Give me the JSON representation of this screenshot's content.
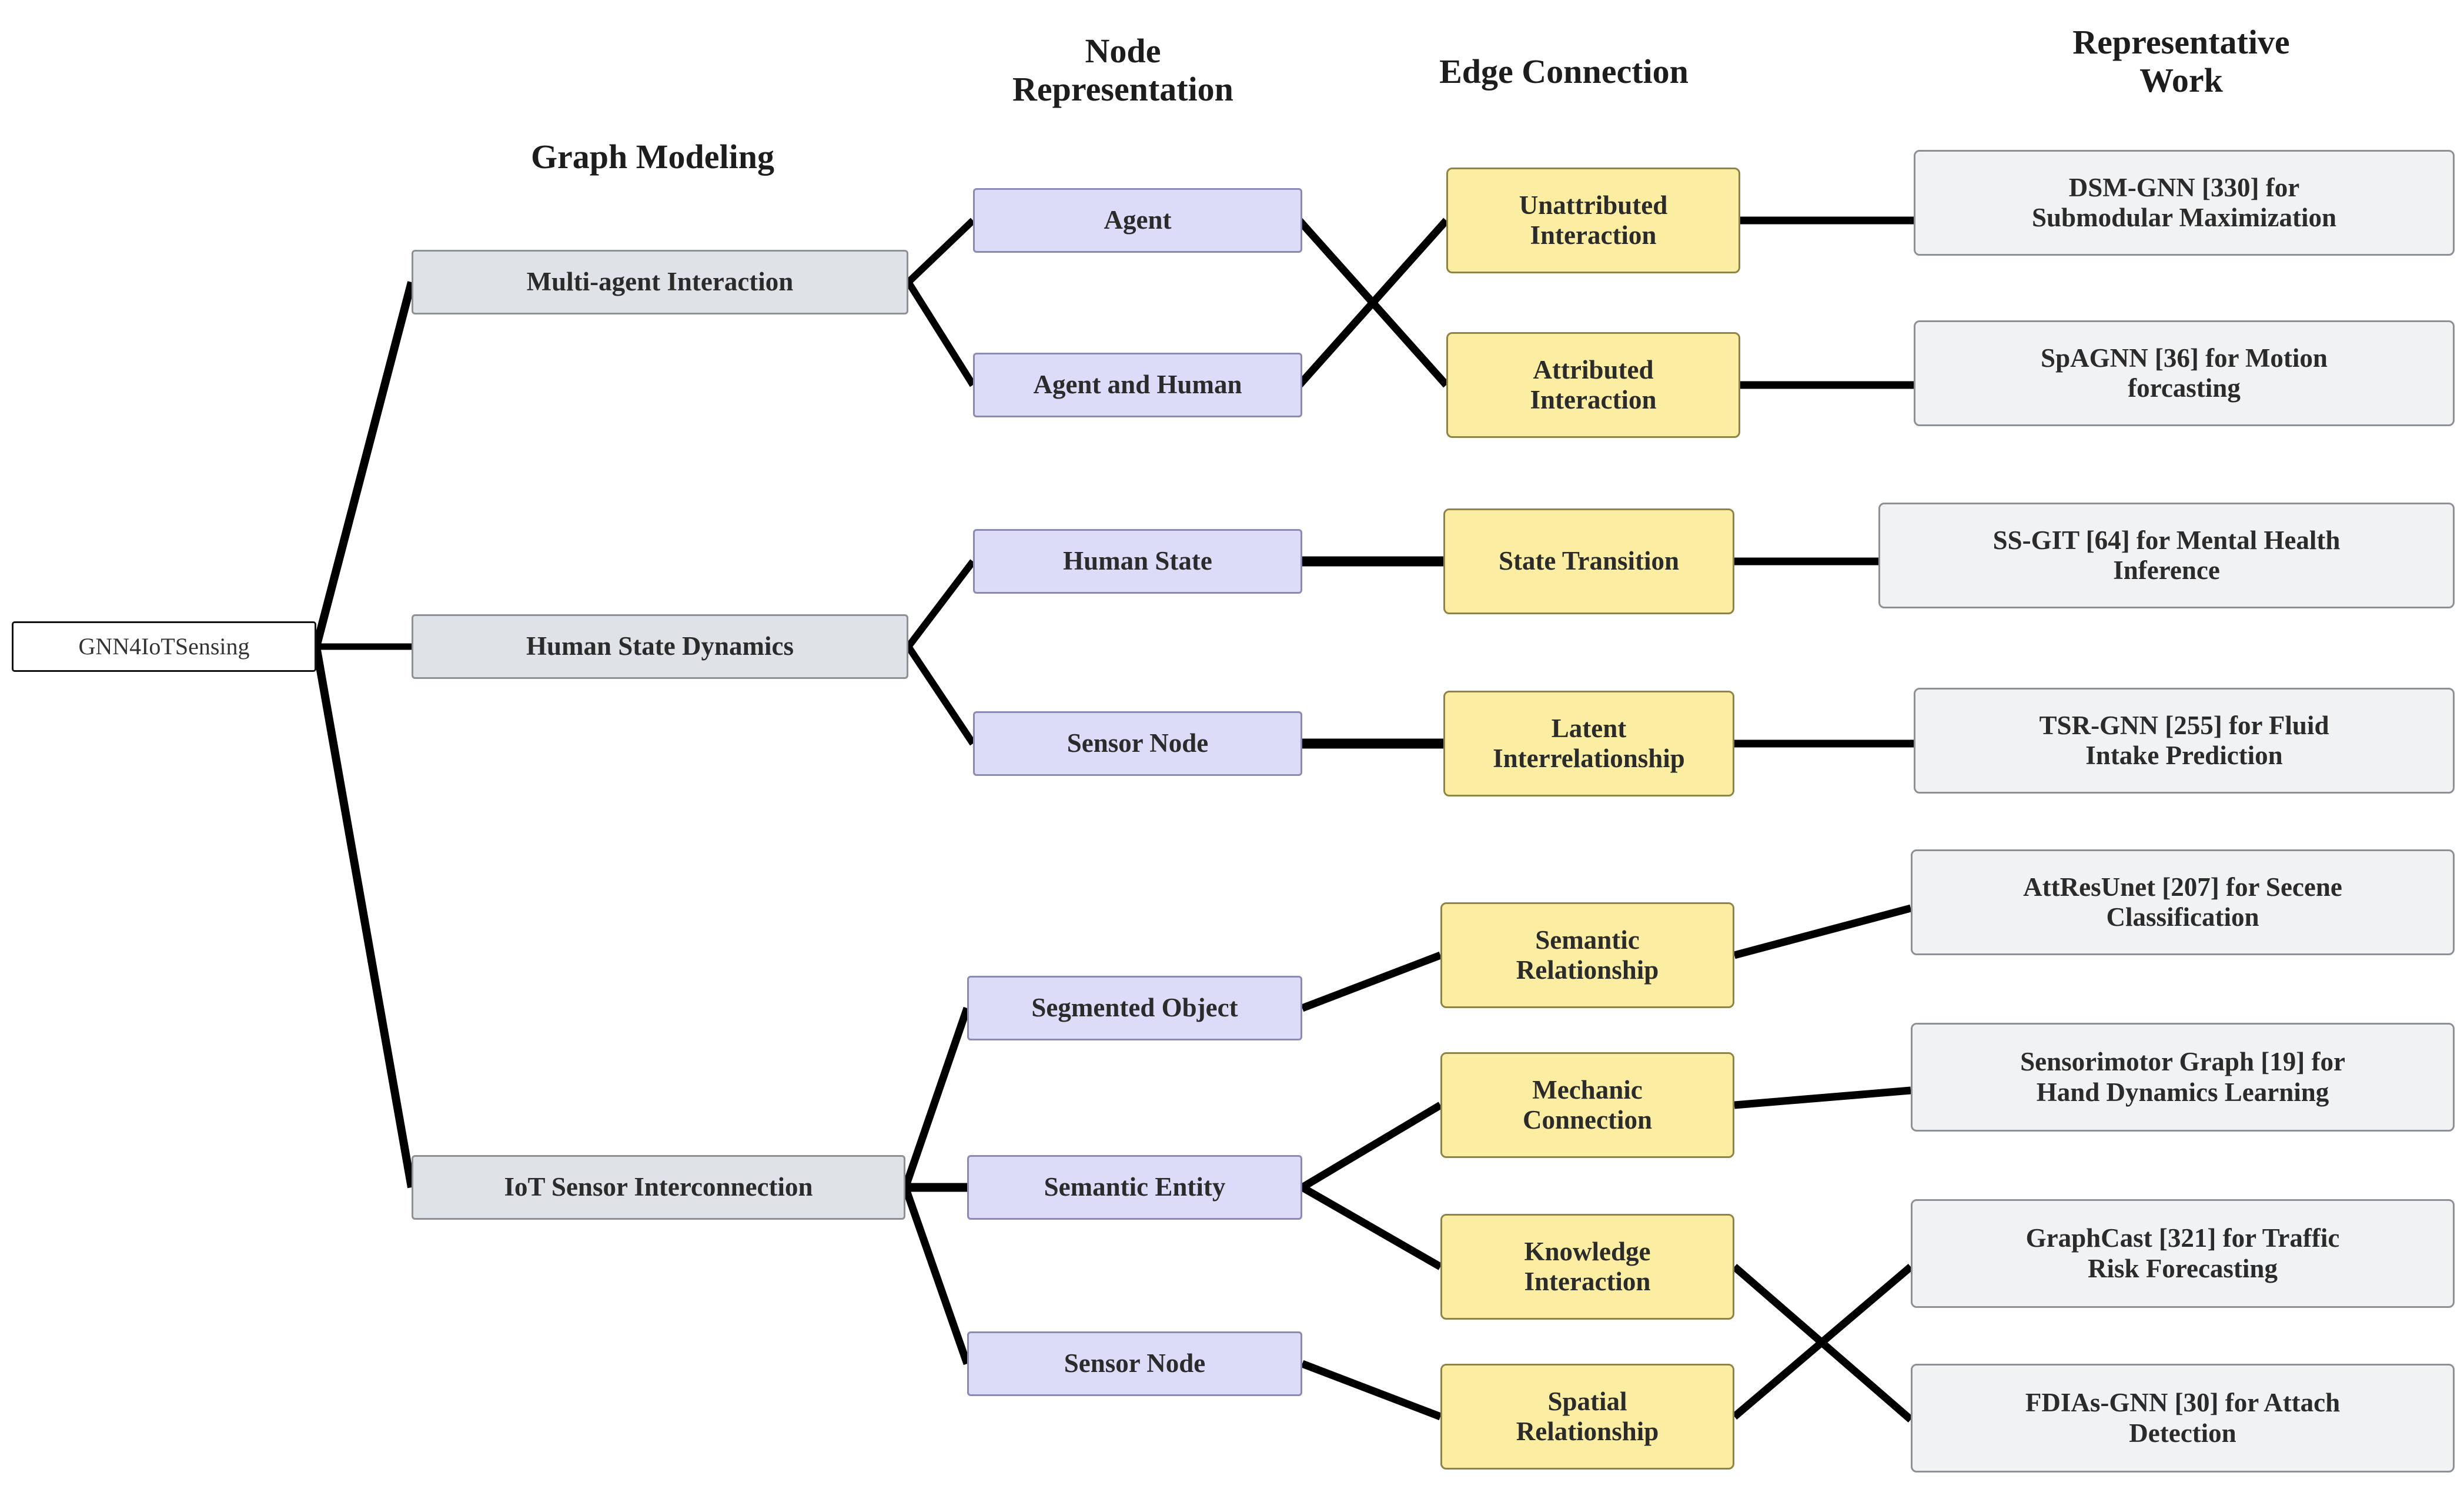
{
  "diagram": {
    "title_root": "GNN4IoTSensing",
    "column_headers": [
      {
        "id": "graph-modeling",
        "label": "Graph Modeling"
      },
      {
        "id": "node-representation",
        "label": "Node\nRepresentation"
      },
      {
        "id": "edge-connection",
        "label": "Edge Connection"
      },
      {
        "id": "representative-work",
        "label": "Representative\nWork"
      }
    ],
    "categories": [
      {
        "id": "multi-agent-interaction",
        "label": "Multi-agent Interaction"
      },
      {
        "id": "human-state-dynamics",
        "label": "Human State Dynamics"
      },
      {
        "id": "iot-sensor-interconnection",
        "label": "IoT Sensor Interconnection"
      }
    ],
    "node_representations": [
      {
        "id": "agent",
        "label": "Agent"
      },
      {
        "id": "agent-and-human",
        "label": "Agent and Human"
      },
      {
        "id": "human-state",
        "label": "Human State"
      },
      {
        "id": "sensor-node-hsd",
        "label": "Sensor Node"
      },
      {
        "id": "segmented-object",
        "label": "Segmented Object"
      },
      {
        "id": "semantic-entity",
        "label": "Semantic Entity"
      },
      {
        "id": "sensor-node-iot",
        "label": "Sensor Node"
      }
    ],
    "edge_connections": [
      {
        "id": "unattributed-interaction",
        "label": "Unattributed\nInteraction"
      },
      {
        "id": "attributed-interaction",
        "label": "Attributed\nInteraction"
      },
      {
        "id": "state-transition",
        "label": "State Transition"
      },
      {
        "id": "latent-interrelationship",
        "label": "Latent\nInterrelationship"
      },
      {
        "id": "semantic-relationship",
        "label": "Semantic\nRelationship"
      },
      {
        "id": "mechanic-connection",
        "label": "Mechanic\nConnection"
      },
      {
        "id": "knowledge-interaction",
        "label": "Knowledge\nInteraction"
      },
      {
        "id": "spatial-relationship",
        "label": "Spatial\nRelationship"
      }
    ],
    "representative_works": [
      {
        "id": "dsm-gnn",
        "label": "DSM-GNN [330] for\nSubmodular Maximization"
      },
      {
        "id": "spagnn",
        "label": "SpAGNN [36] for Motion\nforcasting"
      },
      {
        "id": "ss-git",
        "label": "SS-GIT [64] for Mental Health\nInference"
      },
      {
        "id": "tsr-gnn",
        "label": "TSR-GNN [255] for Fluid\nIntake Prediction"
      },
      {
        "id": "attresunet",
        "label": "AttResUnet [207] for Secene\nClassification"
      },
      {
        "id": "sensorimotor-graph",
        "label": "Sensorimotor Graph [19] for\nHand Dynamics Learning"
      },
      {
        "id": "graphcast",
        "label": "GraphCast [321] for Traffic\nRisk Forecasting"
      },
      {
        "id": "fdias-gnn",
        "label": "FDIAs-GNN [30] for Attach\nDetection"
      }
    ],
    "colors": {
      "node_representation_fill": "#dcdcf8",
      "edge_connection_fill": "#fbeda2",
      "category_fill": "#dfe2e6",
      "representative_work_fill": "#f0f2f4",
      "root_fill": "#ffffff",
      "link_stroke": "#000000"
    }
  }
}
